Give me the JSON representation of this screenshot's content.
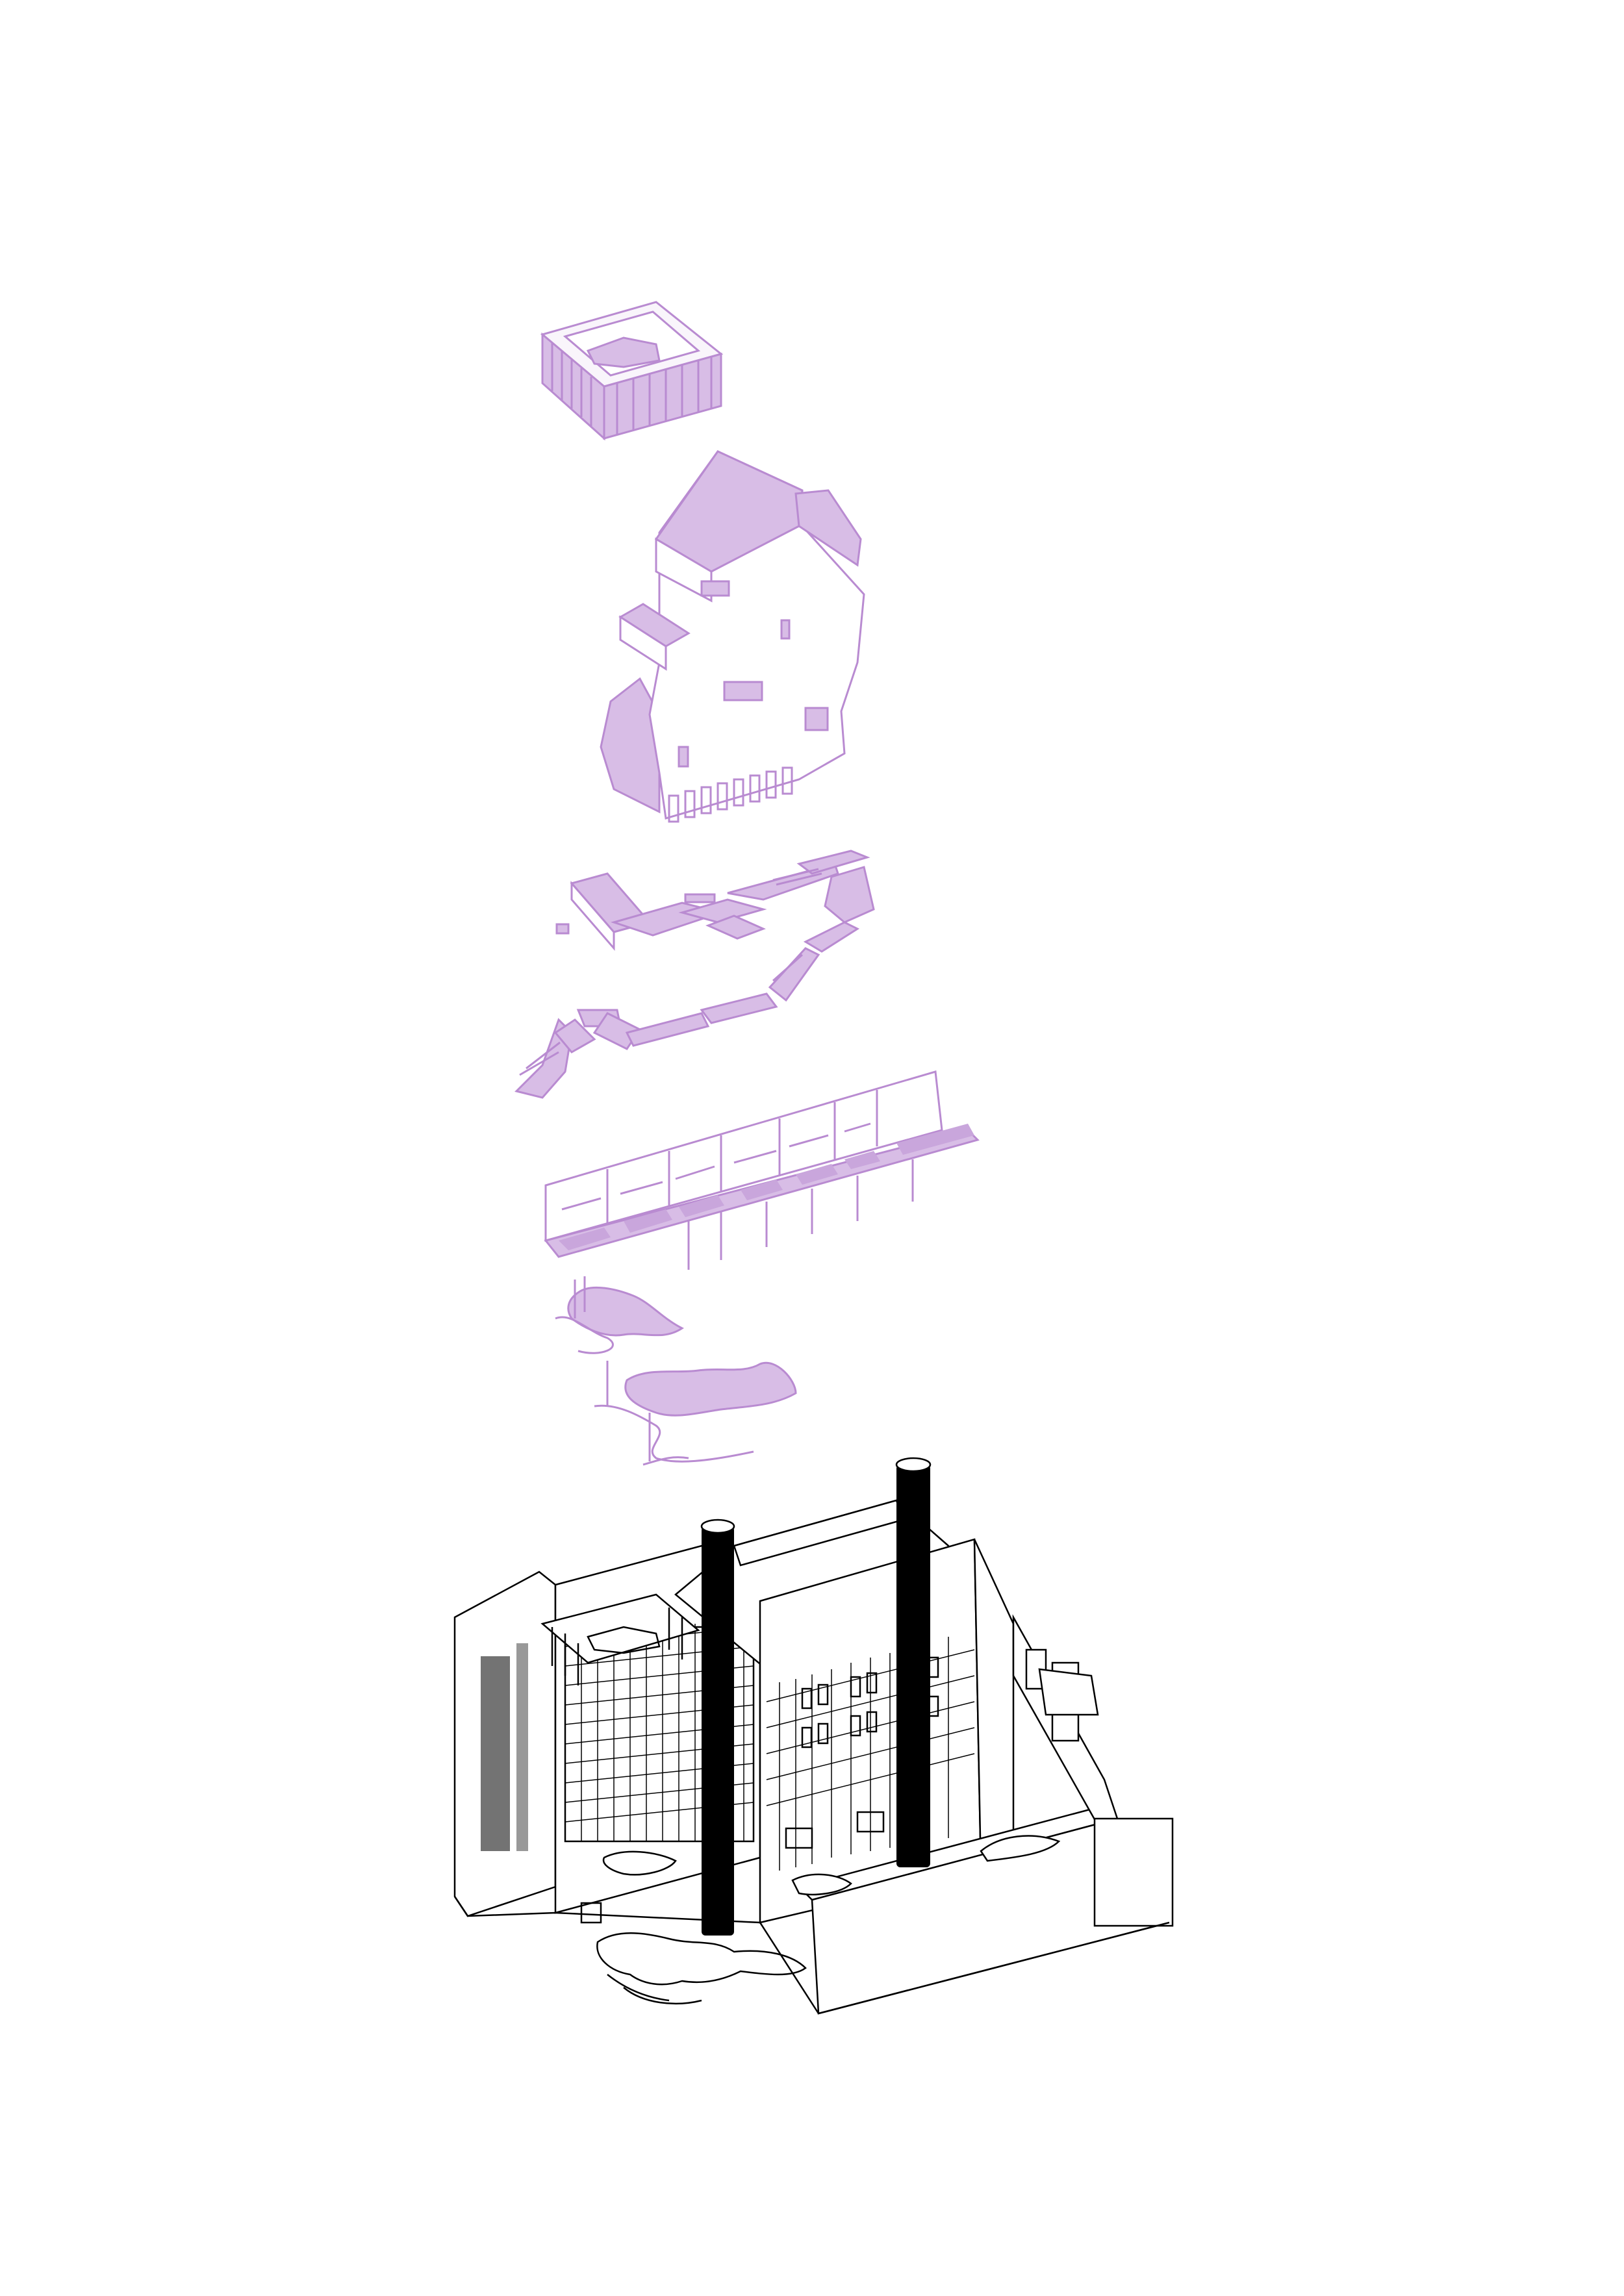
{
  "colors": {
    "background": "#ffffff",
    "component_fill": "#c9a6dc",
    "component_stroke": "#b98bd1",
    "base_ink": "#000000"
  },
  "diagram": {
    "type": "exploded-axonometric",
    "components": [
      {
        "id": "rooftop-frame",
        "render": "lilac-outline"
      },
      {
        "id": "tower-volume",
        "render": "lilac-fill"
      },
      {
        "id": "upper-stair-circulation",
        "render": "lilac-fill"
      },
      {
        "id": "lower-stair-circulation",
        "render": "lilac-fill"
      },
      {
        "id": "unit-row",
        "render": "lilac-fill"
      },
      {
        "id": "organic-platforms",
        "render": "lilac-fill"
      },
      {
        "id": "base-building",
        "render": "black-linework"
      }
    ]
  }
}
